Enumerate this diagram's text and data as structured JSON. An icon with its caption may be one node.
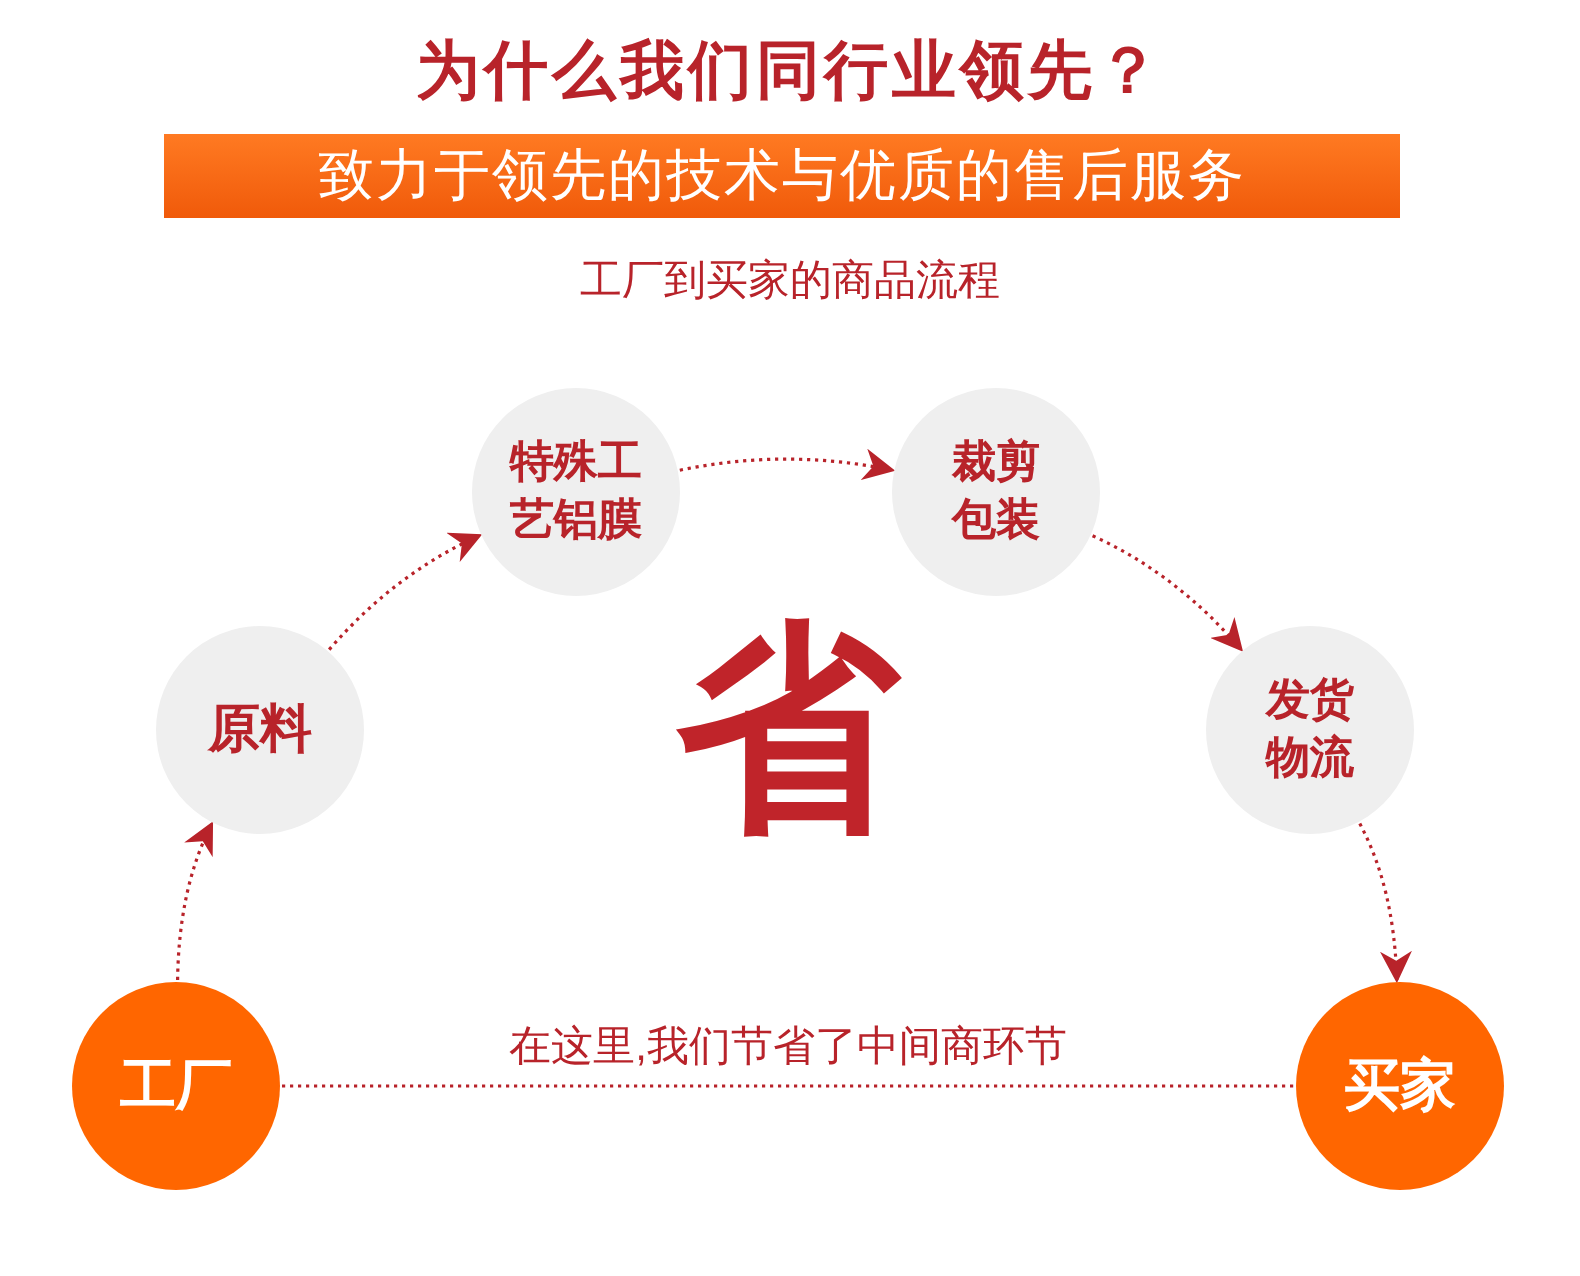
{
  "diagram": {
    "title": "为什么我们同行业领先？",
    "nodes": [
      {
        "text": [
          "致力于领先的技术与优质的售后服务"
        ]
      },
      {
        "text": [
          "工厂"
        ]
      },
      {
        "text": [
          "原料"
        ]
      },
      {
        "text": [
          "特殊工艺铝膜"
        ]
      },
      {
        "text": [
          "裁剪包装"
        ]
      },
      {
        "text": [
          "发货物流"
        ]
      },
      {
        "text": [
          "买家"
        ]
      }
    ],
    "edges": [
      {
        "from": 1,
        "to": 2,
        "arrow": "to"
      },
      {
        "from": 2,
        "to": 3,
        "arrow": "to"
      },
      {
        "from": 3,
        "to": 4,
        "arrow": "to"
      },
      {
        "from": 4,
        "to": 5,
        "arrow": "to"
      },
      {
        "from": 5,
        "to": 6,
        "arrow": "to"
      },
      {
        "from": 1,
        "to": 6,
        "arrow": "none",
        "label": "在这里,我们节省了中间商环节"
      }
    ],
    "labels": [
      "工厂到买家的商品流程",
      "省"
    ]
  }
}
